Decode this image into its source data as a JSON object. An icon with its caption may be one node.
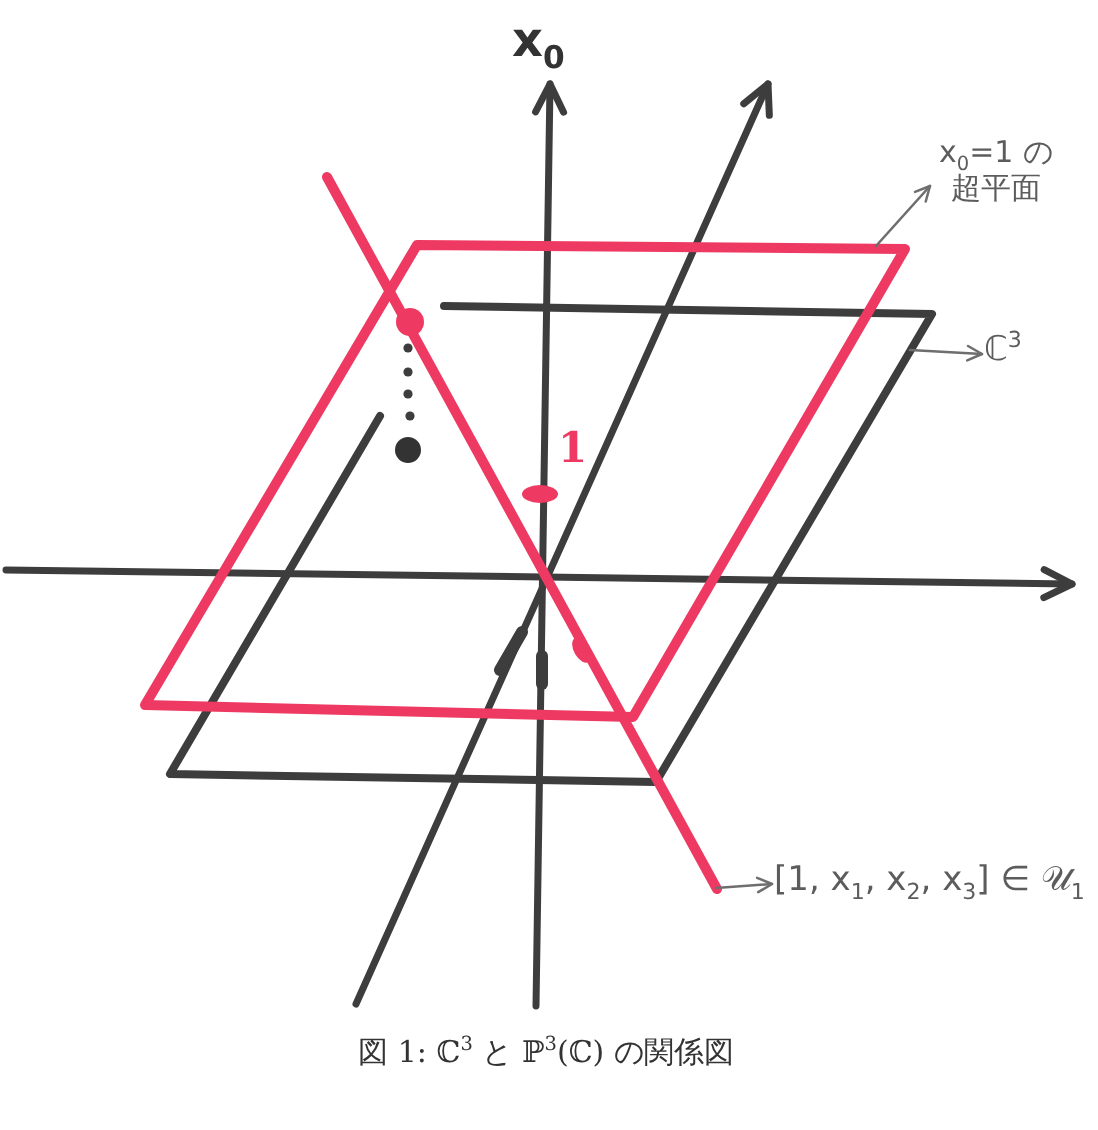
{
  "diagram": {
    "caption": "図 1: ℂ$^{3}$ と ℙ$^{3}$(ℂ) の関係図",
    "nodes": [
      {
        "text": [
          "x$_{0}$=1 の超平面"
        ]
      },
      {
        "text": [],
        "shape": "line"
      },
      {
        "text": [],
        "shape": "parallelogram"
      },
      {
        "text": [],
        "shape": "parallelogram"
      },
      {
        "text": [
          "ℂ$^{3}$"
        ]
      },
      {
        "text": [
          "[1, x$_{1}$, x$_{2}$, x$_{3}$] ∈ 𝒰$_{1}$"
        ]
      }
    ],
    "edges": [
      {
        "from": 2,
        "to": 0,
        "arrow": "to"
      },
      {
        "from": 3,
        "to": 4,
        "arrow": "to"
      },
      {
        "from": 1,
        "to": 5,
        "arrow": "to"
      }
    ],
    "labels": [
      "x$_{0}$",
      "1"
    ]
  }
}
